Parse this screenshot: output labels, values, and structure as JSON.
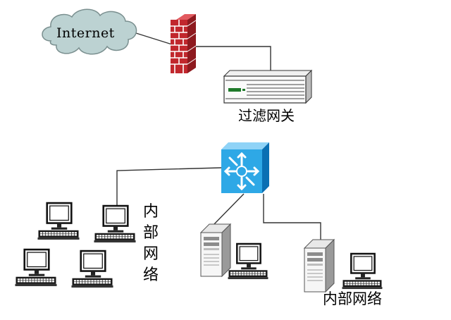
{
  "labels": {
    "internet": "Internet",
    "gateway": "过滤网关",
    "lan_vertical": "内部网络",
    "lan_bottom": "内部网络"
  },
  "icons": {
    "cloud": "cloud-icon",
    "firewall": "firewall-brick-icon",
    "gateway": "gateway-appliance-icon",
    "switch": "network-switch-icon",
    "workstation": "desktop-computer-icon",
    "server": "tower-server-icon"
  },
  "colors": {
    "cloud_fill": "#bcd2d2",
    "cloud_stroke": "#7a8f8f",
    "brick": "#c1272d",
    "mortar": "#ffffff",
    "switch_fill": "#2ea8e6",
    "switch_dark": "#0a6fb3",
    "line": "#333333",
    "monitor_dark": "#111111"
  }
}
